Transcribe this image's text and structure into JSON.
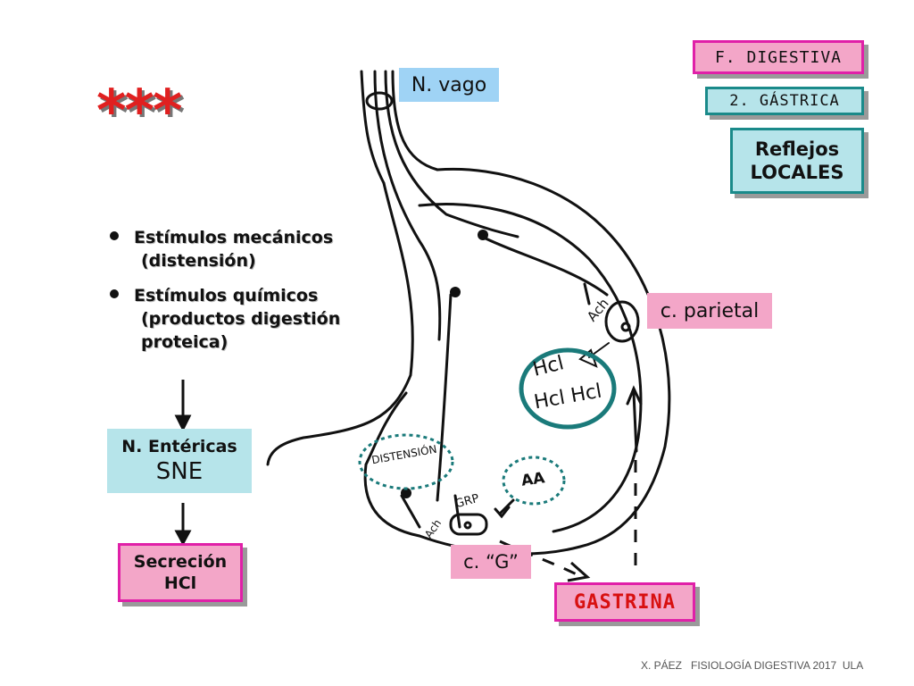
{
  "header": {
    "f_digestiva": "F. DIGESTIVA",
    "gastrica": "2. GÁSTRICA",
    "reflejos_line1": "Reflejos",
    "reflejos_line2": "LOCALES"
  },
  "stars": "***",
  "labels": {
    "n_vago": "N. vago",
    "c_parietal": "c. parietal",
    "c_g": "c. “G”",
    "gastrina": "GASTRINA",
    "n_entericas": "N. Entéricas",
    "sne": "SNE",
    "secrecion_line1": "Secreción",
    "secrecion_line2": "HCl"
  },
  "stimuli": [
    {
      "line1": "Estímulos mecánicos",
      "line2": "(distensión)"
    },
    {
      "line1": "Estímulos químicos",
      "line2": "(productos digestión",
      "line3": "proteica)"
    }
  ],
  "handwritten": {
    "hcl_1": "Hcl",
    "hcl_2": "Hcl Hcl",
    "distension": "DISTENSIÓN",
    "aa": "AA",
    "grp": "GRP",
    "ach_1": "Ach",
    "ach_2": "Ach"
  },
  "footer": "X. PÁEZ   FISIOLOGÍA DIGESTIVA 2017  ULA",
  "colors": {
    "pink_fill": "#f3a6c8",
    "pink_border": "#e020a8",
    "teal_fill": "#b6e4ea",
    "teal_border": "#1a8a8a",
    "blue_label": "#9fd3f5",
    "gastrina_text": "#d81010",
    "dotted": "#1a7a7a",
    "stars": "#e02020"
  }
}
